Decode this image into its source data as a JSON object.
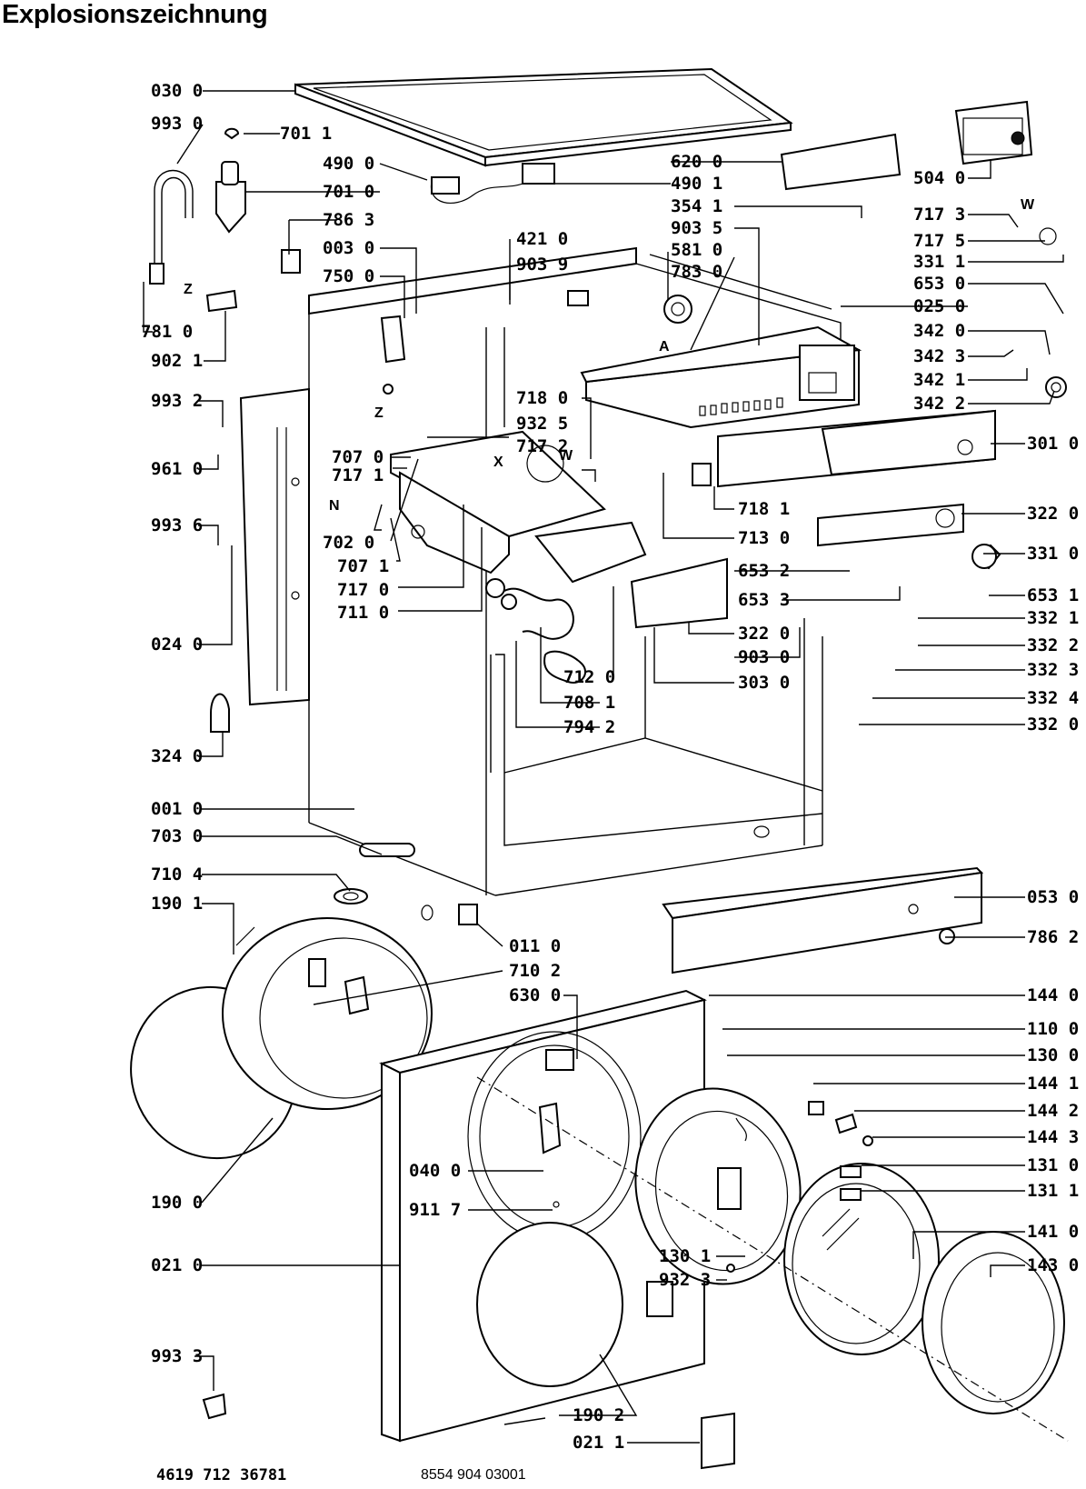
{
  "title": "Explosionszeichnung",
  "footer": {
    "left": "4619 712 36781",
    "right": "8554 904 03001"
  },
  "letters": [
    "Z",
    "Z",
    "A",
    "X",
    "W",
    "W",
    "N"
  ],
  "labels_left": [
    "030 0",
    "993 0",
    "490 0",
    "701 0",
    "786 3",
    "003 0",
    "750 0",
    "781 0",
    "902 1",
    "993 2",
    "707 0",
    "717 1",
    "961 0",
    "993 6",
    "702 0",
    "707 1",
    "717 0",
    "711 0",
    "024 0",
    "324 0",
    "001 0",
    "703 0",
    "710 4",
    "190 1",
    "190 0",
    "021 0",
    "993 3"
  ],
  "labels_center": [
    "701 1",
    "421 0",
    "903 9",
    "718 0",
    "932 5",
    "717 2",
    "620 0",
    "490 1",
    "354 1",
    "903 5",
    "581 0",
    "783 0",
    "718 1",
    "713 0",
    "653 2",
    "653 3",
    "322 0",
    "903 0",
    "303 0",
    "712 0",
    "708 1",
    "794 2",
    "011 0",
    "710 2",
    "630 0",
    "040 0",
    "911 7",
    "130 1",
    "932 3",
    "190 2",
    "021 1"
  ],
  "labels_right": [
    "504 0",
    "717 3",
    "717 5",
    "331 1",
    "653 0",
    "025 0",
    "342 0",
    "342 3",
    "342 1",
    "342 2",
    "301 0",
    "322 0",
    "331 0",
    "653 1",
    "332 1",
    "332 2",
    "332 3",
    "332 4",
    "332 0",
    "053 0",
    "786 2",
    "144 0",
    "110 0",
    "130 0",
    "144 1",
    "144 2",
    "144 3",
    "131 0",
    "131 1",
    "141 0",
    "143 0"
  ]
}
